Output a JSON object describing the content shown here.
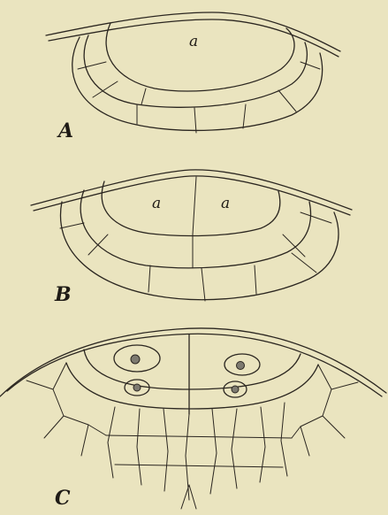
{
  "panels": [
    {
      "id": "A",
      "label": "A",
      "cell_labels": [
        "a"
      ]
    },
    {
      "id": "B",
      "label": "B",
      "cell_labels": [
        "a",
        "a"
      ]
    },
    {
      "id": "C",
      "label": "C",
      "cell_labels": []
    }
  ],
  "colors": {
    "paper": "#eae4bf",
    "ink": "#2b2620",
    "nucleus": "#7d7a70"
  }
}
